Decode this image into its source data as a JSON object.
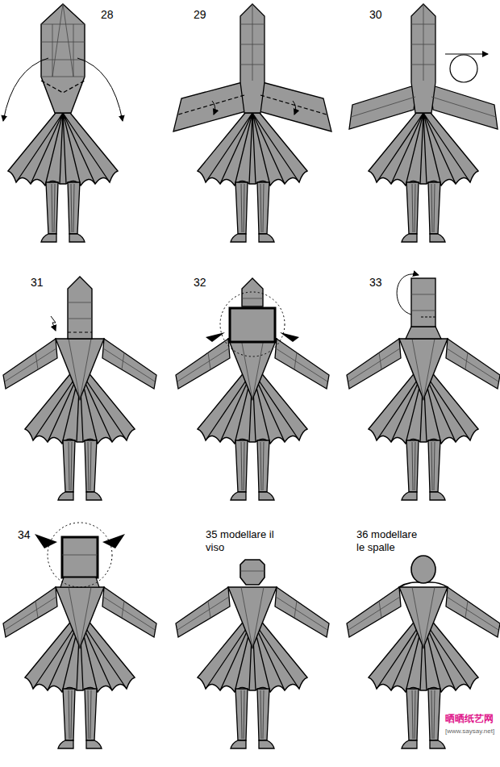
{
  "diagram": {
    "labels": [
      "28",
      "29",
      "30",
      "31",
      "32",
      "33",
      "34",
      "35 modellare il viso",
      "36 modellare le spalle",
      "晒晒纸艺网",
      "[www.saysay.net]"
    ]
  }
}
